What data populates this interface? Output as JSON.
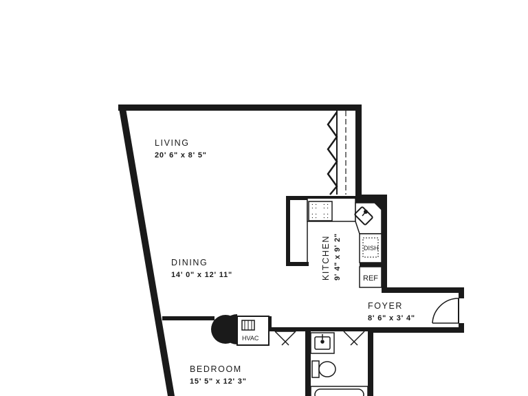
{
  "rooms": {
    "living": {
      "label": "LIVING",
      "dims": "20' 6\" x 8' 5\""
    },
    "dining": {
      "label": "DINING",
      "dims": "14' 0\" x 12' 11\""
    },
    "kitchen": {
      "label": "KITCHEN",
      "dims": "9' 4\" x 9' 2\""
    },
    "foyer": {
      "label": "FOYER",
      "dims": "8' 6\" x 3' 4\""
    },
    "bedroom": {
      "label": "BEDROOM",
      "dims": "15' 5\" x 12' 3\""
    }
  },
  "fixtures": {
    "dishwasher": "DISH",
    "refrigerator": "REF",
    "hvac": "HVAC"
  },
  "colors": {
    "wall": "#1a1a1a",
    "background": "#ffffff"
  }
}
